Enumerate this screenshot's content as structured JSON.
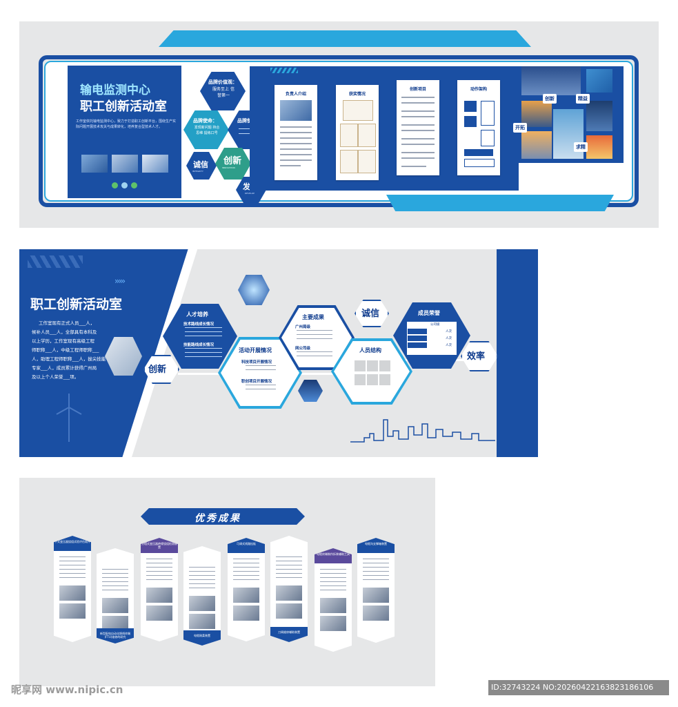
{
  "board1": {
    "title_line1": "输电监测中心",
    "title_line2": "职工创新活动室",
    "intro": "工作室依托输电监测中心，致力于打造职工创新平台，围绕生产实际问题开展技术攻关与成果转化，培养复合型技术人才。",
    "brand_value_label": "品牌价值观：",
    "brand_value_text": "服务至上 信誉第一",
    "brand_mission_label": "品牌使命：",
    "brand_mission_text": "发现新问题 持合思维 提练口号",
    "brand_mission2_label": "品牌使命：",
    "hex_integrity": "诚信",
    "hex_integrity_en": "INTEGRITY",
    "hex_innovation": "创新",
    "hex_innovation_en": "INNOVATION",
    "hex_develop": "发展",
    "hex_develop_en": "DEVELOP",
    "cards": [
      "负责人介绍",
      "获奖情况",
      "创新项目",
      "动作架构"
    ],
    "photo_labels": [
      "创新",
      "精益",
      "开拓",
      "求精"
    ]
  },
  "board2": {
    "title": "职工创新活动室",
    "intro_lines": [
      "工作室现有正式人员___人，",
      "候补人员___人，全部具有本科及",
      "以上学历，工作室现有高级工程",
      "师职称___人，中级工程师职称___",
      "人，助理工程师职称___人，拔尖技能",
      "专家___人，成员累计获得广州局",
      "及以上个人荣誉___项。"
    ],
    "innovation": "创新",
    "talent_title": "人才培养",
    "talent_sub1": "技术路线成长情况",
    "talent_sub2": "技能路线成长情况",
    "activity_title": "活动开展情况",
    "activity_sub1": "科技项目开展情况",
    "activity_sub2": "职创项目开展情况",
    "results_title": "主要成果",
    "results_sub1": "广州局级",
    "results_sub2": "网公司级",
    "integrity": "诚信",
    "structure_title": "人员结构",
    "honor_title": "成员荣誉",
    "honor_col": "公司级",
    "honor_unit": "人次",
    "efficiency": "效率"
  },
  "board3": {
    "banner": "优秀成果",
    "cards": [
      {
        "title": "干式变压器绕组试验评估软件",
        "bottom": ""
      },
      {
        "title": "",
        "bottom": "新型配电自动化馈线终端(FTU)维修的研究"
      },
      {
        "title": "分相式变压器绝缘绕组检测装置",
        "bottom": ""
      },
      {
        "title": "",
        "bottom": "电缆刚柔装置"
      },
      {
        "title": "可调式线路挂板",
        "bottom": ""
      },
      {
        "title": "",
        "bottom": "刀闸维修辅助装置"
      },
      {
        "title": "电缆终端制作拆装辅助工具",
        "bottom": ""
      },
      {
        "title": "电缆沟支撑箱装置",
        "bottom": ""
      }
    ]
  },
  "watermark": {
    "logo": "昵享网 www.nipic.cn",
    "id_text": "ID:32743224 NO:20260422163823186106"
  },
  "colors": {
    "primary": "#1a4fa3",
    "dark": "#0d3a8c",
    "cyan": "#2aa7dd",
    "panel": "#e6e7e8"
  }
}
